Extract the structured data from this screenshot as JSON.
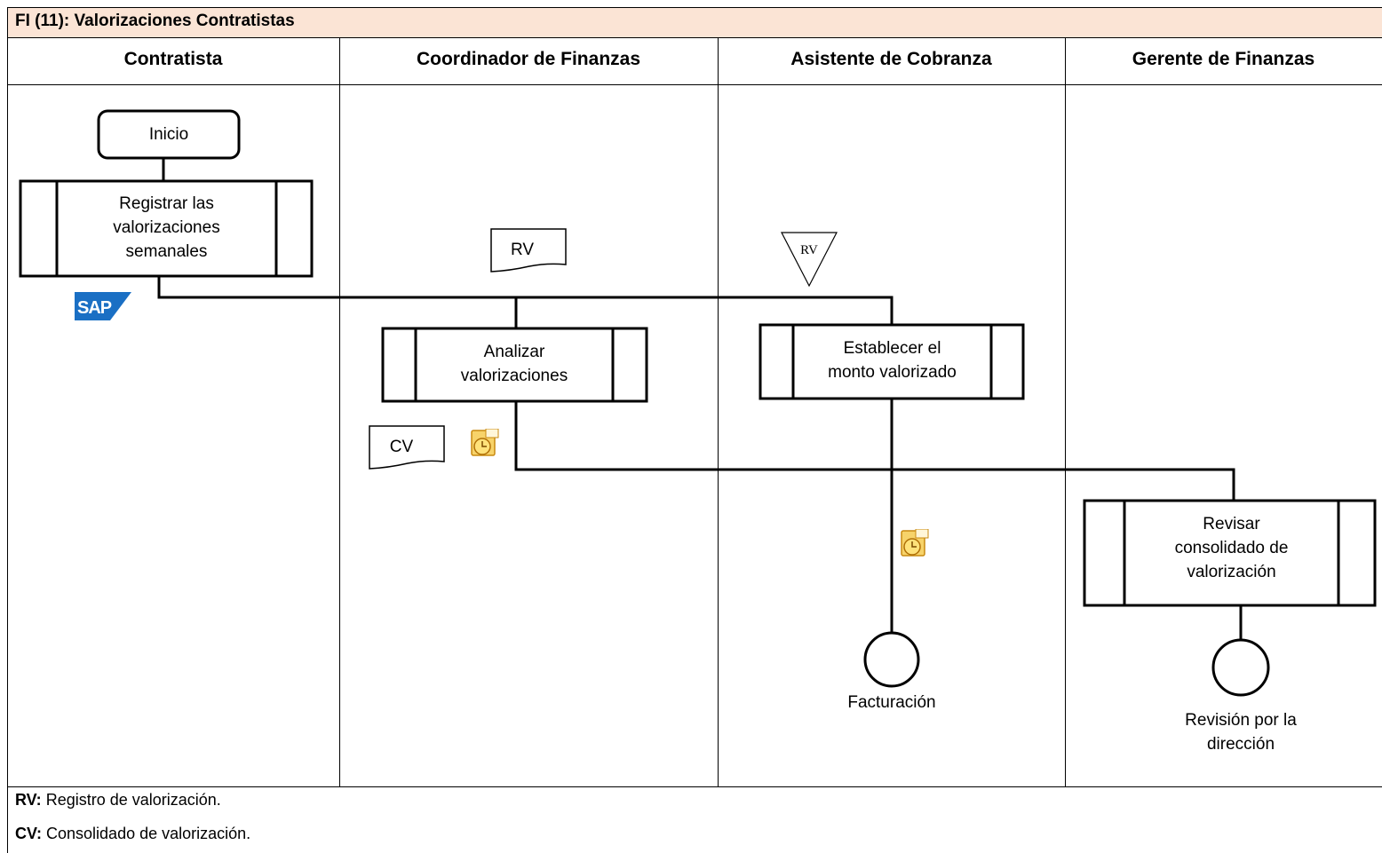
{
  "title": "FI (11): Valorizaciones Contratistas",
  "lanes": [
    "Contratista",
    "Coordinador de Finanzas",
    "Asistente de Cobranza",
    "Gerente de Finanzas"
  ],
  "nodes": {
    "inicio": "Inicio",
    "registrar": [
      "Registrar las",
      "valorizaciones",
      "semanales"
    ],
    "analizar": [
      "Analizar",
      "valorizaciones"
    ],
    "establecer": [
      "Establecer el",
      "monto valorizado"
    ],
    "revisar": [
      "Revisar",
      "consolidado de",
      "valorización"
    ],
    "doc_rv": "RV",
    "doc_cv": "CV",
    "storage_rv": "RV",
    "end_facturacion": "Facturación",
    "end_revision": [
      "Revisión por la",
      "dirección"
    ]
  },
  "icons": {
    "sap": "sap-logo-icon",
    "email": "outlook-email-icon",
    "sap_color": "#1a6fc4",
    "email_color": "#f0b030"
  },
  "legend": [
    {
      "key": "RV:",
      "text": " Registro de valorización."
    },
    {
      "key": "CV:",
      "text": " Consolidado de valorización."
    }
  ],
  "colors": {
    "title_bar": "#fbe4d5"
  }
}
